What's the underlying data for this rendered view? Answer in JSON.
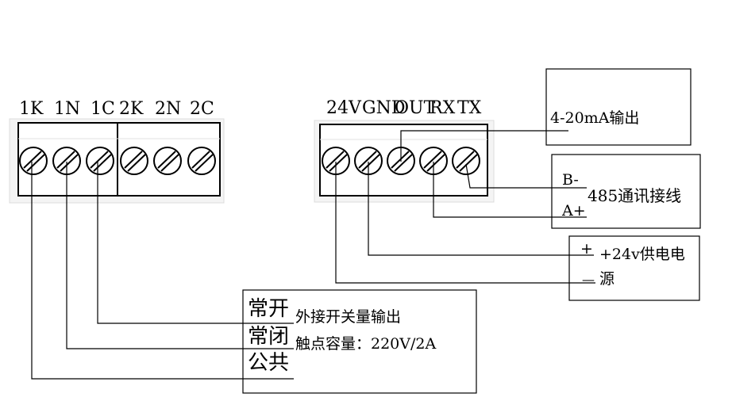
{
  "left_block": {
    "labels": [
      "1K",
      "1N",
      "1C",
      "2K",
      "2N",
      "2C"
    ]
  },
  "right_block": {
    "labels": [
      "24V",
      "GND",
      "OUT",
      "RX",
      "TX"
    ]
  },
  "boxes": {
    "analog": {
      "text": "4-20mA输出"
    },
    "rs485": {
      "b_minus": "B-",
      "a_plus": "A+",
      "text": "485通讯接线"
    },
    "power": {
      "plus": "+",
      "minus": "—",
      "text_line1": "+24v供电电",
      "text_line2": "源"
    },
    "relay": {
      "contact_no": "常开",
      "contact_nc": "常闭",
      "contact_com": "公共",
      "line1": "外接开关量输出",
      "line2": "触点容量：220V/2A"
    }
  }
}
